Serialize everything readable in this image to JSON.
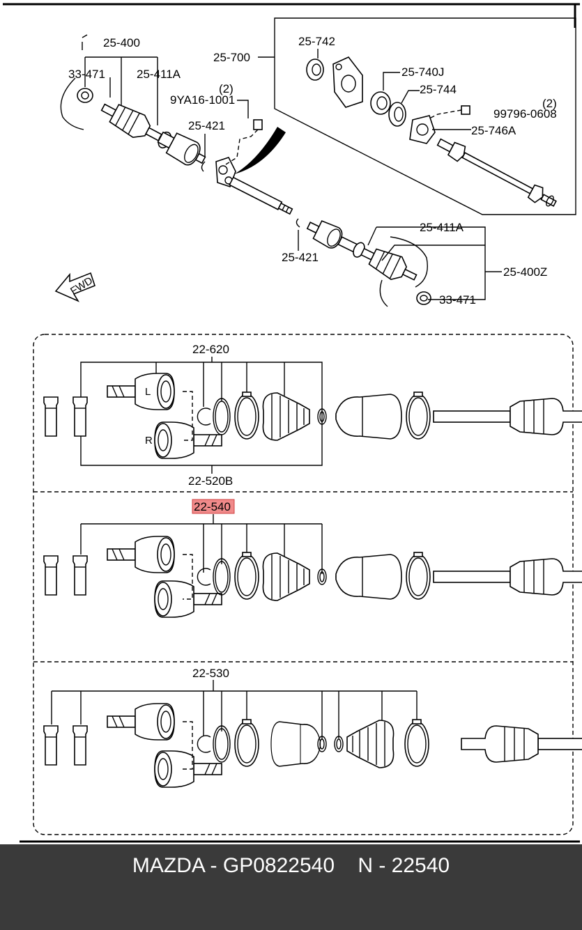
{
  "labels": {
    "top": {
      "l25_400": "25-400",
      "l33_471_a": "33-471",
      "l25_411a_a": "25-411A",
      "l9ya16_1001": "9YA16-1001",
      "l_qty_2_a": "(2)",
      "l25_421_a": "25-421",
      "l25_700": "25-700",
      "l25_742": "25-742",
      "l25_740j": "25-740J",
      "l25_744": "25-744",
      "l_qty_2_b": "(2)",
      "l99796_0608": "99796-0608",
      "l25_746a": "25-746A",
      "l25_421_b": "25-421",
      "l25_411a_b": "25-411A",
      "l25_400z": "25-400Z",
      "l33_471_b": "33-471",
      "fwd": "FWD"
    },
    "kits": {
      "k22_620": "22-620",
      "k22_520b": "22-520B",
      "k22_540": "22-540",
      "k22_530": "22-530",
      "mark_l": "L",
      "mark_r": "R"
    }
  },
  "highlight_color": "#f08a8a",
  "footer": {
    "caption": "MAZDA - GP0822540    N - 22540",
    "background": "#3a3a3a",
    "text_color": "#ffffff"
  }
}
